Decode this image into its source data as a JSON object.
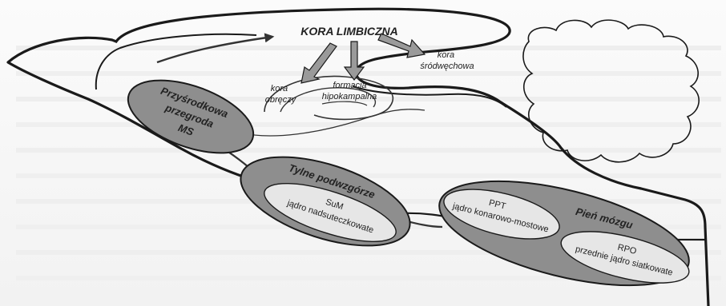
{
  "title": "KORA LIMBICZNA",
  "nodes": {
    "kora_srodwechowa": [
      "kora",
      "śródwęchowa"
    ],
    "kora_obreczy": [
      "kora",
      "obręczy"
    ],
    "formacja": [
      "formacja",
      "hipokampalna"
    ],
    "przegroda": [
      "Przyśrodkowa",
      "przegroda",
      "MS"
    ],
    "tylne": {
      "title": "Tylne podwzgórze",
      "abbr": "SuM",
      "name": "jądro nadsuteczkowate"
    },
    "pien": {
      "title": "Pień mózgu",
      "ppt_abbr": "PPT",
      "ppt_name": "jądro konarowo-mostowe",
      "rpo_abbr": "RPO",
      "rpo_name": "przednie jądro siatkowate"
    }
  },
  "colors": {
    "outline": "#1a1a1a",
    "ellipse_fill": "#8e8e8e",
    "inner_fill": "#e6e6e6",
    "arrow_fill": "#9a9a9a"
  }
}
